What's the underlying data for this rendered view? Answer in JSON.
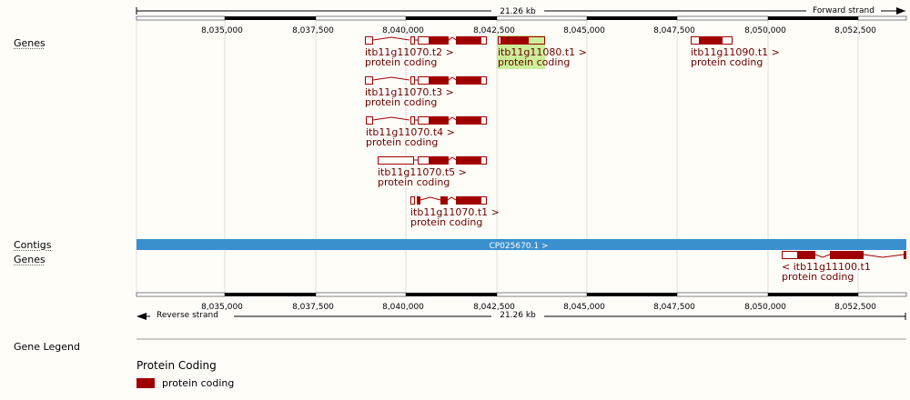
{
  "ruler": {
    "span_label": "21.26 kb",
    "forward_label": "Forward strand",
    "reverse_label": "Reverse strand",
    "ticks": [
      "8,035,000",
      "8,037,500",
      "8,040,000",
      "8,042,500",
      "8,045,000",
      "8,047,500",
      "8,050,000",
      "8,052,500"
    ]
  },
  "tracks": {
    "genes_forward": "Genes",
    "contigs": "Contigs",
    "genes_reverse": "Genes"
  },
  "contig": {
    "label": "CP025670.1 >",
    "color": "#3a8fcf"
  },
  "colors": {
    "protein_coding": "#a00000",
    "highlight": "#ccee99"
  },
  "transcripts": [
    {
      "id": "t2",
      "name": "itb11g11070.t2 >",
      "biotype": "protein coding"
    },
    {
      "id": "t3",
      "name": "itb11g11070.t3 >",
      "biotype": "protein coding"
    },
    {
      "id": "t4",
      "name": "itb11g11070.t4 >",
      "biotype": "protein coding"
    },
    {
      "id": "t5",
      "name": "itb11g11070.t5 >",
      "biotype": "protein coding"
    },
    {
      "id": "t1",
      "name": "itb11g11070.t1 >",
      "biotype": "protein coding"
    },
    {
      "id": "g80",
      "name": "itb11g11080.t1 >",
      "biotype": "protein coding"
    },
    {
      "id": "g90",
      "name": "itb11g11090.t1 >",
      "biotype": "protein coding"
    },
    {
      "id": "g100",
      "name": "< itb11g11100.t1",
      "biotype": "protein coding"
    }
  ],
  "legend": {
    "title": "Gene Legend",
    "heading": "Protein Coding",
    "item": "protein coding"
  }
}
